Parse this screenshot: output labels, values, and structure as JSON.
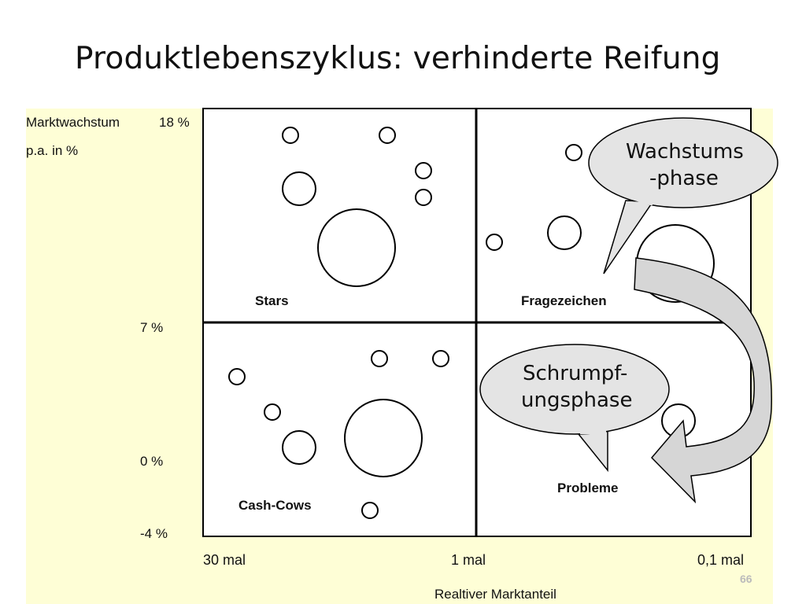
{
  "title": "Produktlebenszyklus: verhinderte Reifung",
  "y_axis": {
    "label_line1": "Marktwachstum",
    "label_line2": "p.a. in %",
    "ticks": [
      "18 %",
      "7 %",
      "0 %",
      "-4 %"
    ]
  },
  "x_axis": {
    "label": "Realtiver Marktanteil",
    "ticks": [
      "30 mal",
      "1 mal",
      "0,1 mal"
    ]
  },
  "quadrants": {
    "stars": "Stars",
    "question": "Fragezeichen",
    "cashcows": "Cash-Cows",
    "problems": "Probleme"
  },
  "callouts": {
    "growth_line1": "Wachstums",
    "growth_line2": "-phase",
    "shrink_line1": "Schrumpf-",
    "shrink_line2": "ungsphase"
  },
  "page_number": "66"
}
